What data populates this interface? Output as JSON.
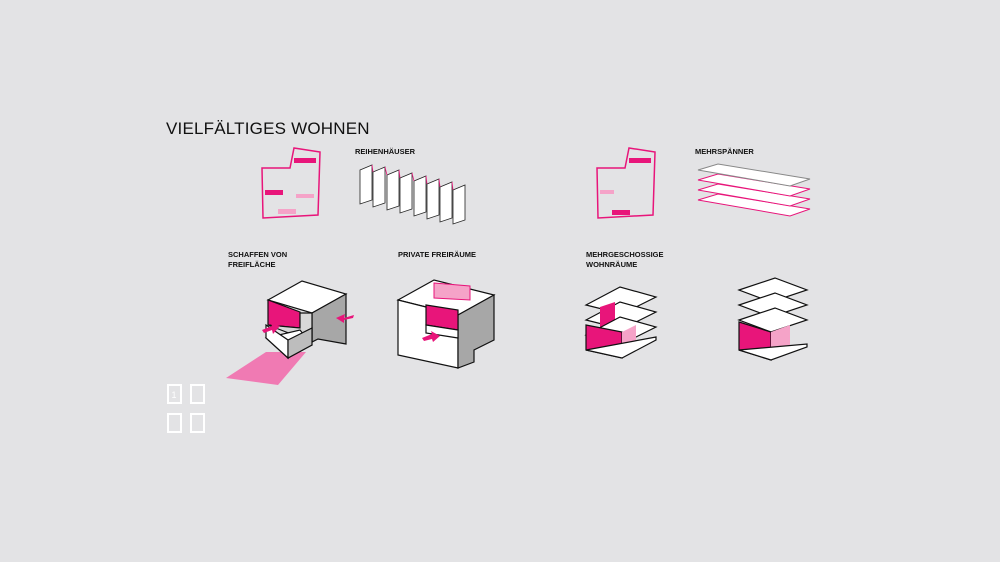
{
  "title": "VIELFÄLTIGES WOHNEN",
  "labels": {
    "reihenhaeuser": "REIHENHÄUSER",
    "mehrspaenner": "MEHRSPÄNNER",
    "schaffen_line1": "SCHAFFEN VON",
    "schaffen_line2": "FREIFLÄCHE",
    "private": "PRIVATE FREIRÄUME",
    "mehrgeschossige_line1": "MEHRGESCHOSSIGE",
    "mehrgeschossige_line2": "WOHNRÄUME"
  },
  "nav": {
    "current_page": "1"
  },
  "colors": {
    "accent": "#e8157a",
    "accent_light": "#f5a3c8",
    "background": "#e3e3e5"
  }
}
